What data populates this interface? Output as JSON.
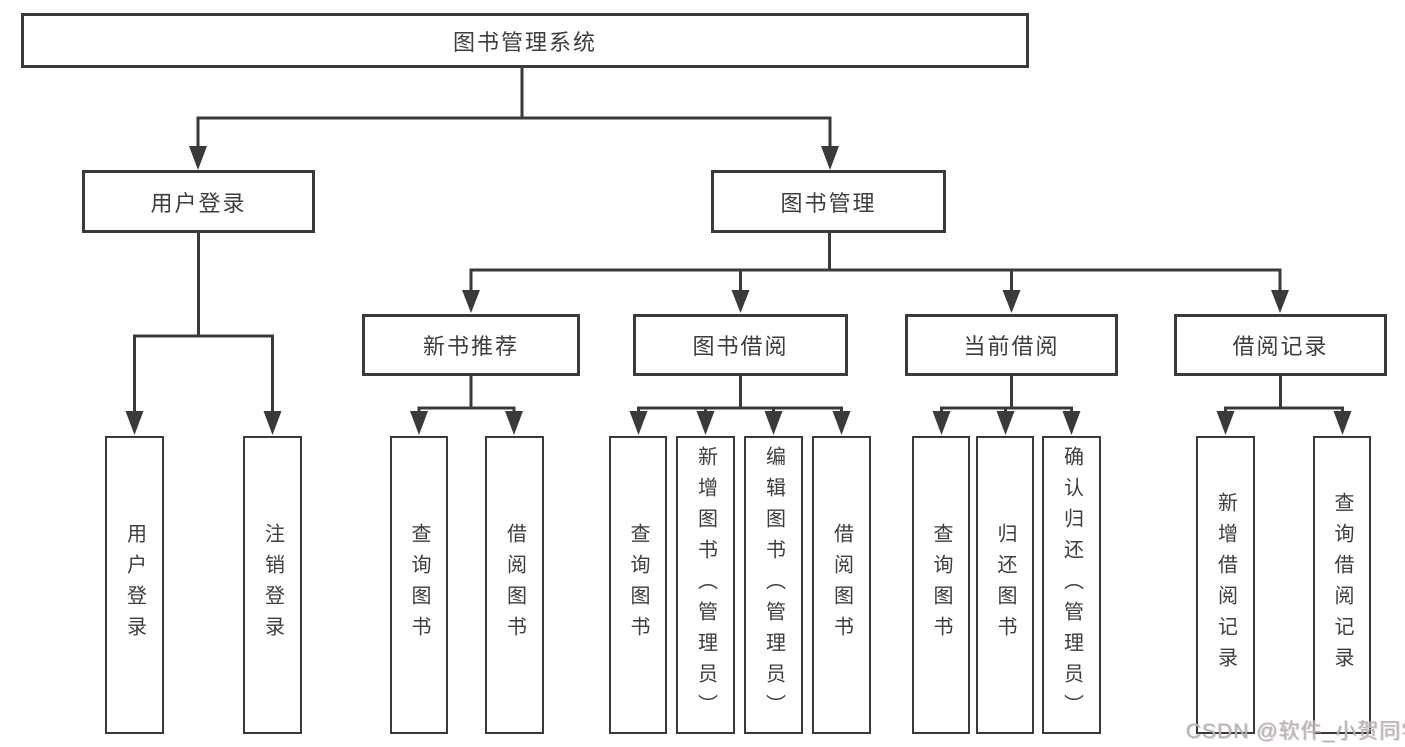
{
  "colors": {
    "line": "#3a3a3a",
    "ink": "#3d3d3d",
    "bg": "#ffffff",
    "watermark": "#b5b5b5"
  },
  "diagram": {
    "root": {
      "label": "图书管理系统"
    },
    "level2": [
      {
        "label": "用户登录"
      },
      {
        "label": "图书管理"
      }
    ],
    "level3": [
      {
        "label": "新书推荐",
        "parent": "图书管理"
      },
      {
        "label": "图书借阅",
        "parent": "图书管理"
      },
      {
        "label": "当前借阅",
        "parent": "图书管理"
      },
      {
        "label": "借阅记录",
        "parent": "图书管理"
      }
    ],
    "leaves": [
      {
        "label": "用户登录",
        "parent": "用户登录"
      },
      {
        "label": "注销登录",
        "parent": "用户登录"
      },
      {
        "label": "查询图书",
        "parent": "新书推荐"
      },
      {
        "label": "借阅图书",
        "parent": "新书推荐"
      },
      {
        "label": "查询图书",
        "parent": "图书借阅"
      },
      {
        "label": "新增图书（管理员）",
        "parent": "图书借阅"
      },
      {
        "label": "编辑图书（管理员）",
        "parent": "图书借阅"
      },
      {
        "label": "借阅图书",
        "parent": "图书借阅"
      },
      {
        "label": "查询图书",
        "parent": "当前借阅"
      },
      {
        "label": "归还图书",
        "parent": "当前借阅"
      },
      {
        "label": "确认归还（管理员）",
        "parent": "当前借阅"
      },
      {
        "label": "新增借阅记录",
        "parent": "借阅记录"
      },
      {
        "label": "查询借阅记录",
        "parent": "借阅记录"
      }
    ]
  },
  "watermark": {
    "text": "CSDN @软件_小贺同学"
  }
}
